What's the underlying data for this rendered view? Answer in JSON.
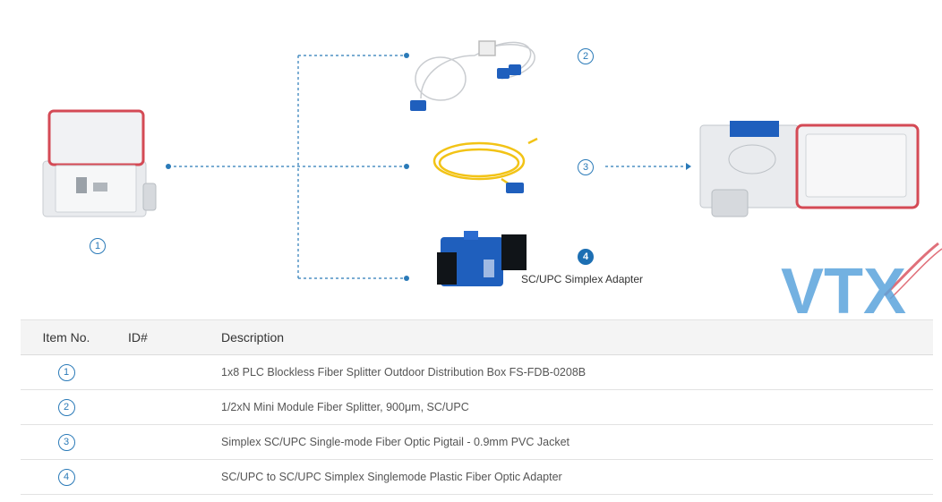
{
  "diagram": {
    "markers": [
      "1",
      "2",
      "3",
      "4"
    ],
    "adapter_caption": "SC/UPC Simplex Adapter",
    "logo_text": "VTX",
    "line_color": "#2a7ab8"
  },
  "table": {
    "headers": {
      "item": "Item No.",
      "id": "ID#",
      "description": "Description"
    },
    "rows": [
      {
        "item": "1",
        "id": "",
        "description": "1x8 PLC Blockless Fiber Splitter Outdoor Distribution Box FS-FDB-0208B"
      },
      {
        "item": "2",
        "id": "",
        "description": "1/2xN Mini Module Fiber Splitter, 900μm, SC/UPC"
      },
      {
        "item": "3",
        "id": "",
        "description": "Simplex SC/UPC Single-mode Fiber Optic Pigtail - 0.9mm PVC Jacket"
      },
      {
        "item": "4",
        "id": "",
        "description": "SC/UPC to SC/UPC Simplex Singlemode Plastic Fiber Optic Adapter"
      }
    ]
  }
}
